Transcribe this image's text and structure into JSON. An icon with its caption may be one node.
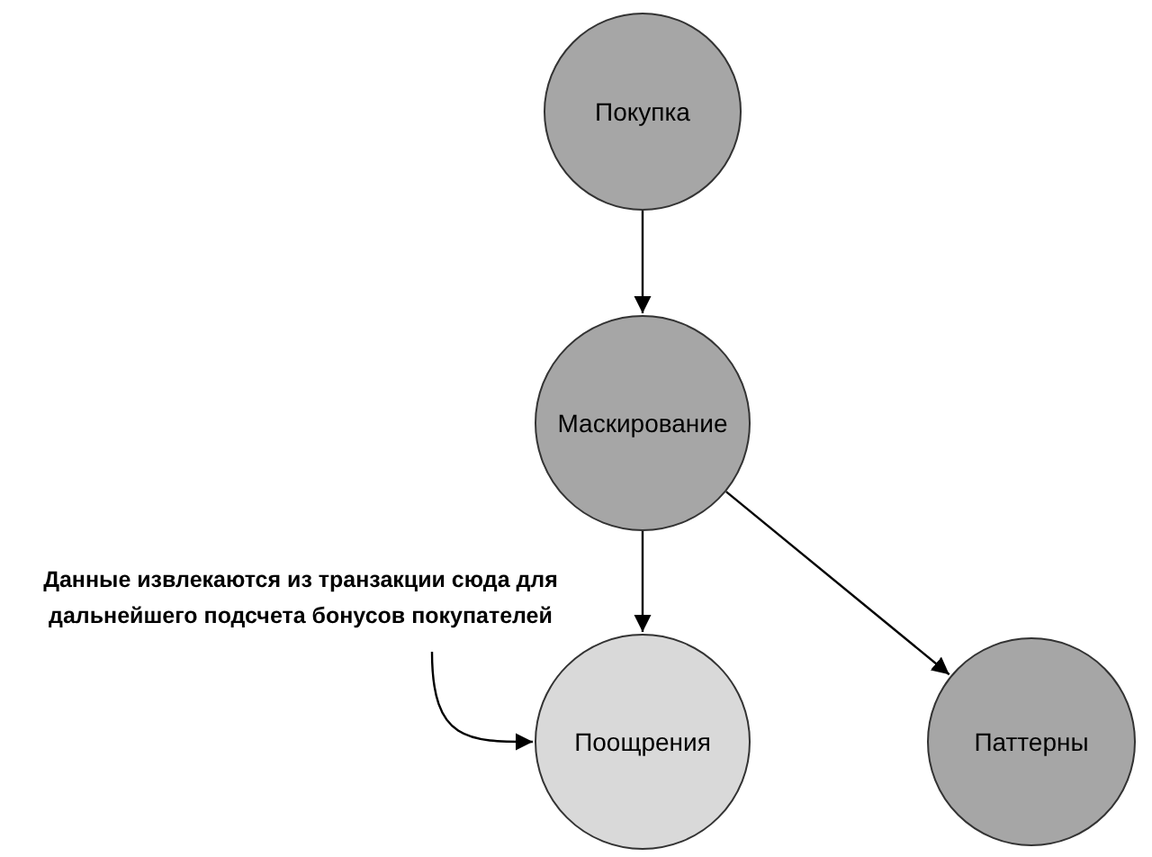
{
  "diagram": {
    "nodes": [
      {
        "text": [
          "Покупка"
        ]
      },
      {
        "text": [
          "Маскирование"
        ]
      },
      {
        "text": [
          "Поощрения"
        ]
      },
      {
        "text": [
          "Паттерны"
        ]
      },
      {
        "text": [
          "Данные извлекаются из транзакции сюда для дальнейшего подсчета бонусов покупателей"
        ]
      }
    ],
    "edges": [
      {
        "from": 0,
        "to": 1,
        "arrow": "to"
      },
      {
        "from": 1,
        "to": 2,
        "arrow": "to"
      },
      {
        "from": 1,
        "to": 3,
        "arrow": "to"
      },
      {
        "from": 4,
        "to": 2,
        "arrow": "to"
      }
    ]
  }
}
